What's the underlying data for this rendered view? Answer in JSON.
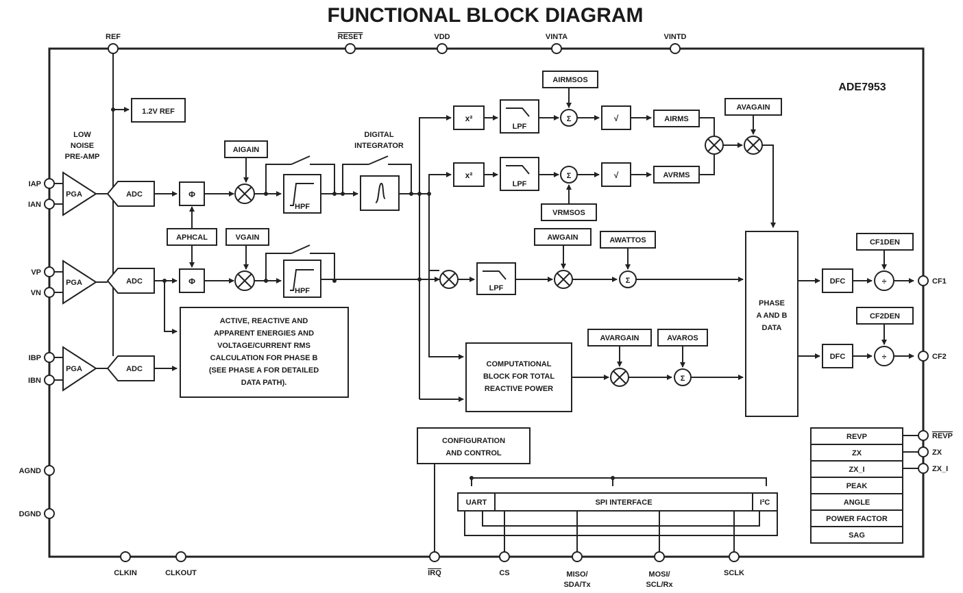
{
  "title": "FUNCTIONAL BLOCK DIAGRAM",
  "chip": "ADE7953",
  "pins": {
    "top": {
      "ref": "REF",
      "reset": "RESET",
      "vdd": "VDD",
      "vinta": "VINTA",
      "vintd": "VINTD"
    },
    "left": {
      "iap": "IAP",
      "ian": "IAN",
      "vp": "VP",
      "vn": "VN",
      "ibp": "IBP",
      "ibn": "IBN",
      "agnd": "AGND",
      "dgnd": "DGND"
    },
    "bottom": {
      "clkin": "CLKIN",
      "clkout": "CLKOUT",
      "irq": "IRQ",
      "cs": "CS",
      "miso": [
        "MISO/",
        "SDA/Tx"
      ],
      "mosi": [
        "MOSI/",
        "SCL/Rx"
      ],
      "sclk": "SCLK"
    },
    "right": {
      "cf1": "CF1",
      "cf2": "CF2",
      "revp": "REVP",
      "zx": "ZX",
      "zx_i": "ZX_I"
    }
  },
  "blocks": {
    "ref": "1.2V REF",
    "preamp": [
      "LOW",
      "NOISE",
      "PRE-AMP"
    ],
    "pga": "PGA",
    "adc": "ADC",
    "phi": "Φ",
    "aigain": "AIGAIN",
    "aphcal": "APHCAL",
    "vgain": "VGAIN",
    "hpf": "HPF",
    "integrator": [
      "DIGITAL",
      "INTEGRATOR"
    ],
    "x2": "x²",
    "lpf": "LPF",
    "sqrt": "√",
    "airmsos": "AIRMSOS",
    "vrmsos": "VRMSOS",
    "airms": "AIRMS",
    "avrms": "AVRMS",
    "avagain": "AVAGAIN",
    "awgain": "AWGAIN",
    "awattos": "AWATTOS",
    "avargain": "AVARGAIN",
    "avaros": "AVAROS",
    "phaseb_note": [
      "ACTIVE, REACTIVE AND",
      "APPARENT ENERGIES AND",
      "VOLTAGE/CURRENT RMS",
      "CALCULATION FOR PHASE B",
      "(SEE PHASE A FOR DETAILED",
      "DATA PATH)."
    ],
    "computational": [
      "COMPUTATIONAL",
      "BLOCK FOR TOTAL",
      "REACTIVE POWER"
    ],
    "phase_data": [
      "PHASE",
      "A AND B",
      "DATA"
    ],
    "dfc": "DFC",
    "cf1den": "CF1DEN",
    "cf2den": "CF2DEN",
    "config": [
      "CONFIGURATION",
      "AND CONTROL"
    ],
    "uart": "UART",
    "spi": "SPI INTERFACE",
    "i2c": "I²C",
    "status": [
      "REVP",
      "ZX",
      "ZX_I",
      "PEAK",
      "ANGLE",
      "POWER FACTOR",
      "SAG"
    ]
  }
}
